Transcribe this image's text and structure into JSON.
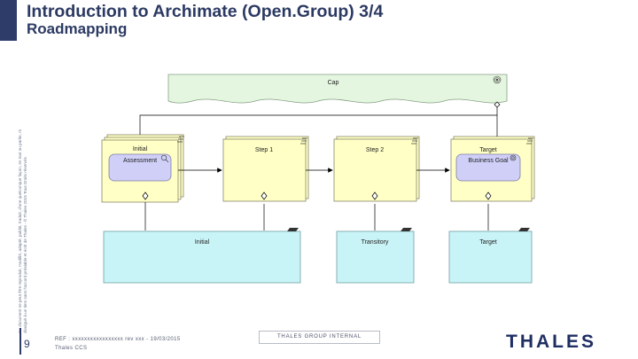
{
  "header": {
    "title": "Introduction to Archimate (Open.Group) 3/4",
    "subtitle": "Roadmapping"
  },
  "side_note": {
    "line1": "Ce document ne peut être reproduit, modifié, adapté, publié, traduit, d'une quelconque façon, en tout ou partie, ni",
    "line2": "divulgué à un tiers sans l'accord préalable et écrit de Thales - © Thales 2015 Tous Droits réservés"
  },
  "diagram": {
    "capability": "Cap",
    "plateaus": [
      "Initial",
      "Step 1",
      "Step 2",
      "Target"
    ],
    "assessment": "Assessment",
    "business_goal": "Business Goal",
    "states": [
      "Initial",
      "Transitory",
      "Target"
    ]
  },
  "footer": {
    "page_number": "9",
    "reference": "REF : xxxxxxxxxxxxxxxxx  rev xxx  -  19/03/2015",
    "company": "Thales CCS",
    "classification": "THALES GROUP INTERNAL",
    "logo": "THALES"
  },
  "colors": {
    "brand": "#2e3c6a",
    "capability_fill": "#e5f6e0",
    "plateau_fill": "#ffffc6",
    "motivation_fill": "#cfcff8",
    "state_fill": "#c9f4f7"
  }
}
